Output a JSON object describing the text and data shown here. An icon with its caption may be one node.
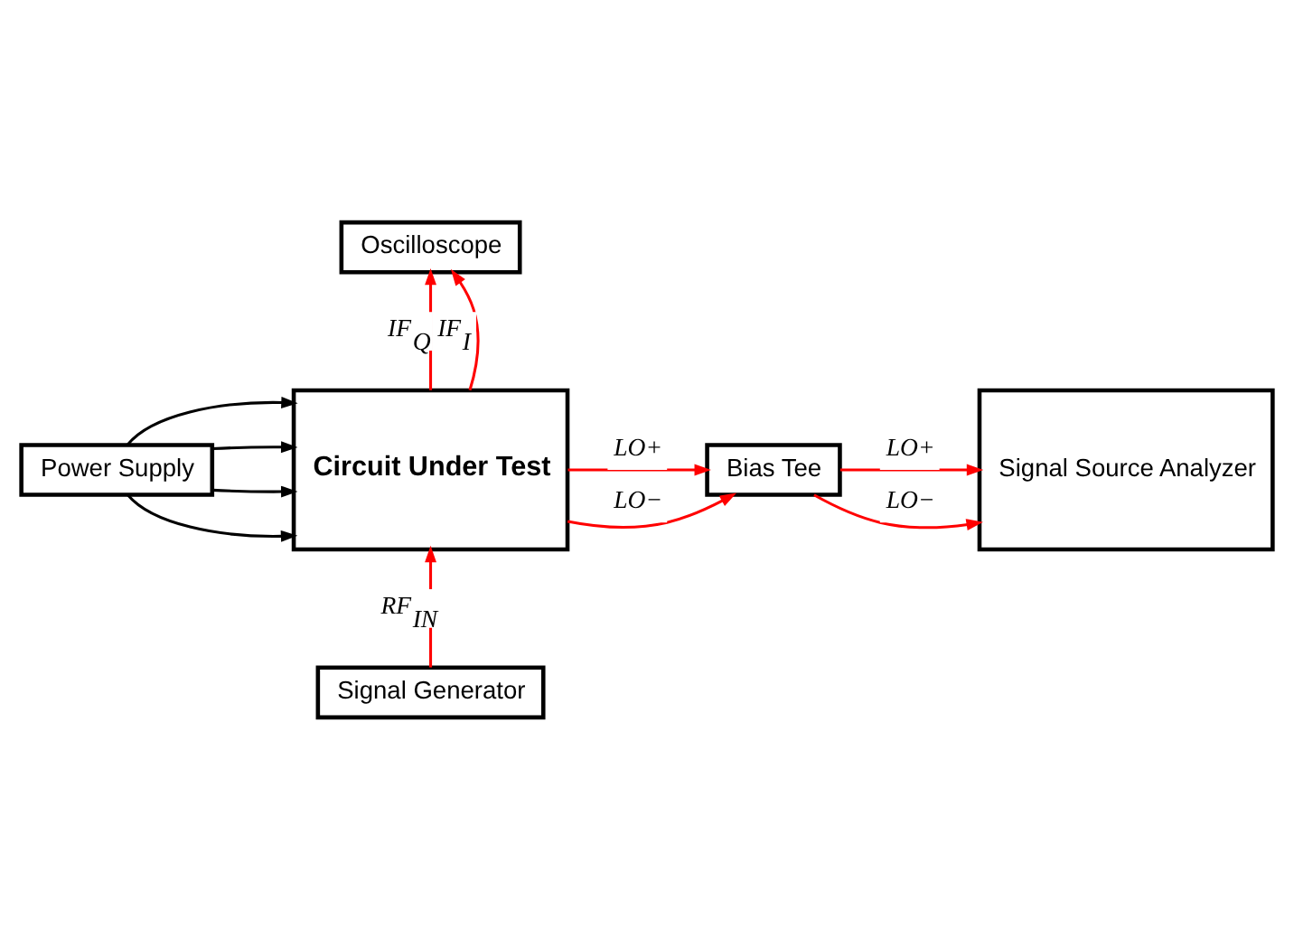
{
  "diagram": {
    "nodes": [
      {
        "text": [
          "Oscilloscope"
        ]
      },
      {
        "text": [
          "Power Supply"
        ]
      },
      {
        "text": [
          "Circuit Under Test"
        ]
      },
      {
        "text": [
          "Bias Tee"
        ]
      },
      {
        "text": [
          "Signal Source Analyzer"
        ]
      },
      {
        "text": [
          "Signal Generator"
        ]
      }
    ],
    "edges": [
      {
        "from": 2,
        "to": 0,
        "arrow": "to",
        "label": "IF$_{I}$"
      },
      {
        "from": 2,
        "to": 0,
        "arrow": "to",
        "label": "IF$_{Q}$"
      },
      {
        "from": 1,
        "to": 2,
        "arrow": "to",
        "color": "#000000"
      },
      {
        "from": 1,
        "to": 2,
        "arrow": "to",
        "color": "#000000"
      },
      {
        "from": 1,
        "to": 2,
        "arrow": "to",
        "color": "#000000"
      },
      {
        "from": 1,
        "to": 2,
        "arrow": "to",
        "color": "#000000"
      },
      {
        "from": 2,
        "to": 3,
        "arrow": "to",
        "label": "LO+"
      },
      {
        "from": 2,
        "to": 3,
        "arrow": "to",
        "label": "LO−"
      },
      {
        "from": 3,
        "to": 4,
        "arrow": "to",
        "label": "LO+"
      },
      {
        "from": 3,
        "to": 4,
        "arrow": "to",
        "label": "LO−"
      },
      {
        "from": 5,
        "to": 2,
        "arrow": "to",
        "label": "RF$_{IN}$"
      }
    ]
  }
}
